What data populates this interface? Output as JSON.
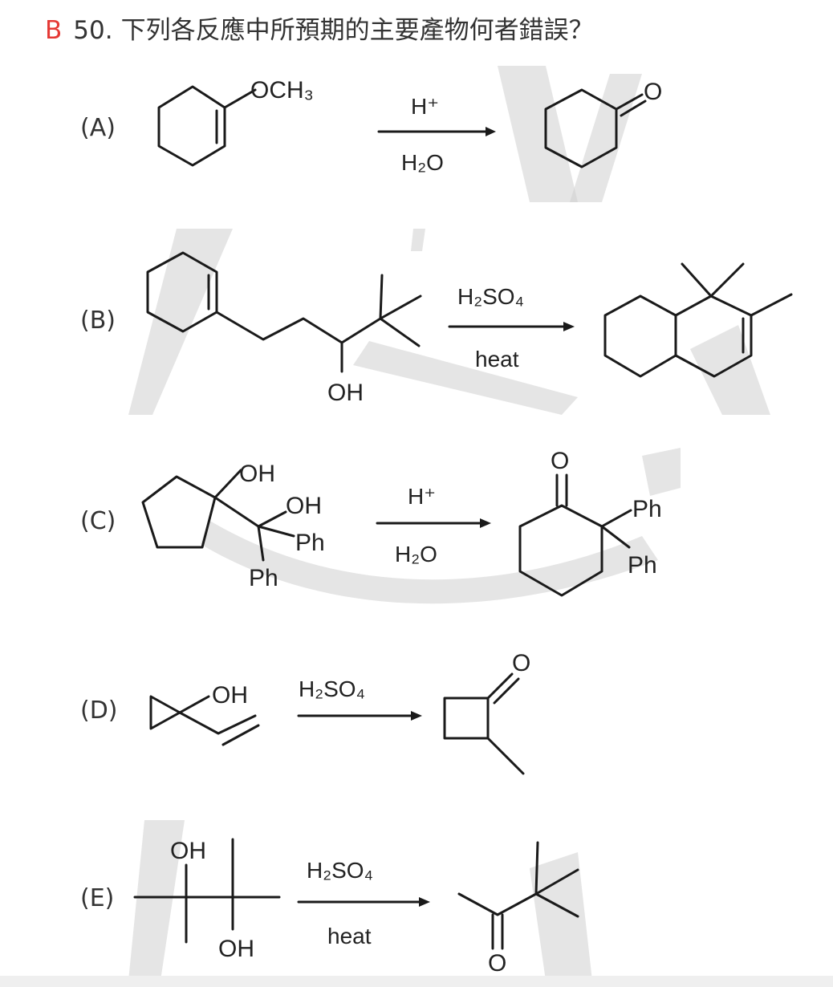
{
  "question": {
    "answer": "B",
    "number": "50.",
    "text": "下列各反應中所預期的主要產物何者錯誤？"
  },
  "options": {
    "a": {
      "label": "(A)",
      "substituent": "OCH₃",
      "reagent_top": "H⁺",
      "reagent_bottom": "H₂O",
      "product_atom": "O"
    },
    "b": {
      "label": "(B)",
      "substituent": "OH",
      "reagent_top": "H₂SO₄",
      "reagent_bottom": "heat"
    },
    "c": {
      "label": "(C)",
      "oh1": "OH",
      "oh2": "OH",
      "ph1": "Ph",
      "ph2": "Ph",
      "reagent_top": "H⁺",
      "reagent_bottom": "H₂O",
      "product_atom": "O",
      "product_ph1": "Ph",
      "product_ph2": "Ph"
    },
    "d": {
      "label": "(D)",
      "substituent": "OH",
      "reagent_top": "H₂SO₄",
      "product_atom": "O"
    },
    "e": {
      "label": "(E)",
      "oh1": "OH",
      "oh2": "OH",
      "reagent_top": "H₂SO₄",
      "reagent_bottom": "heat",
      "product_atom": "O"
    }
  }
}
